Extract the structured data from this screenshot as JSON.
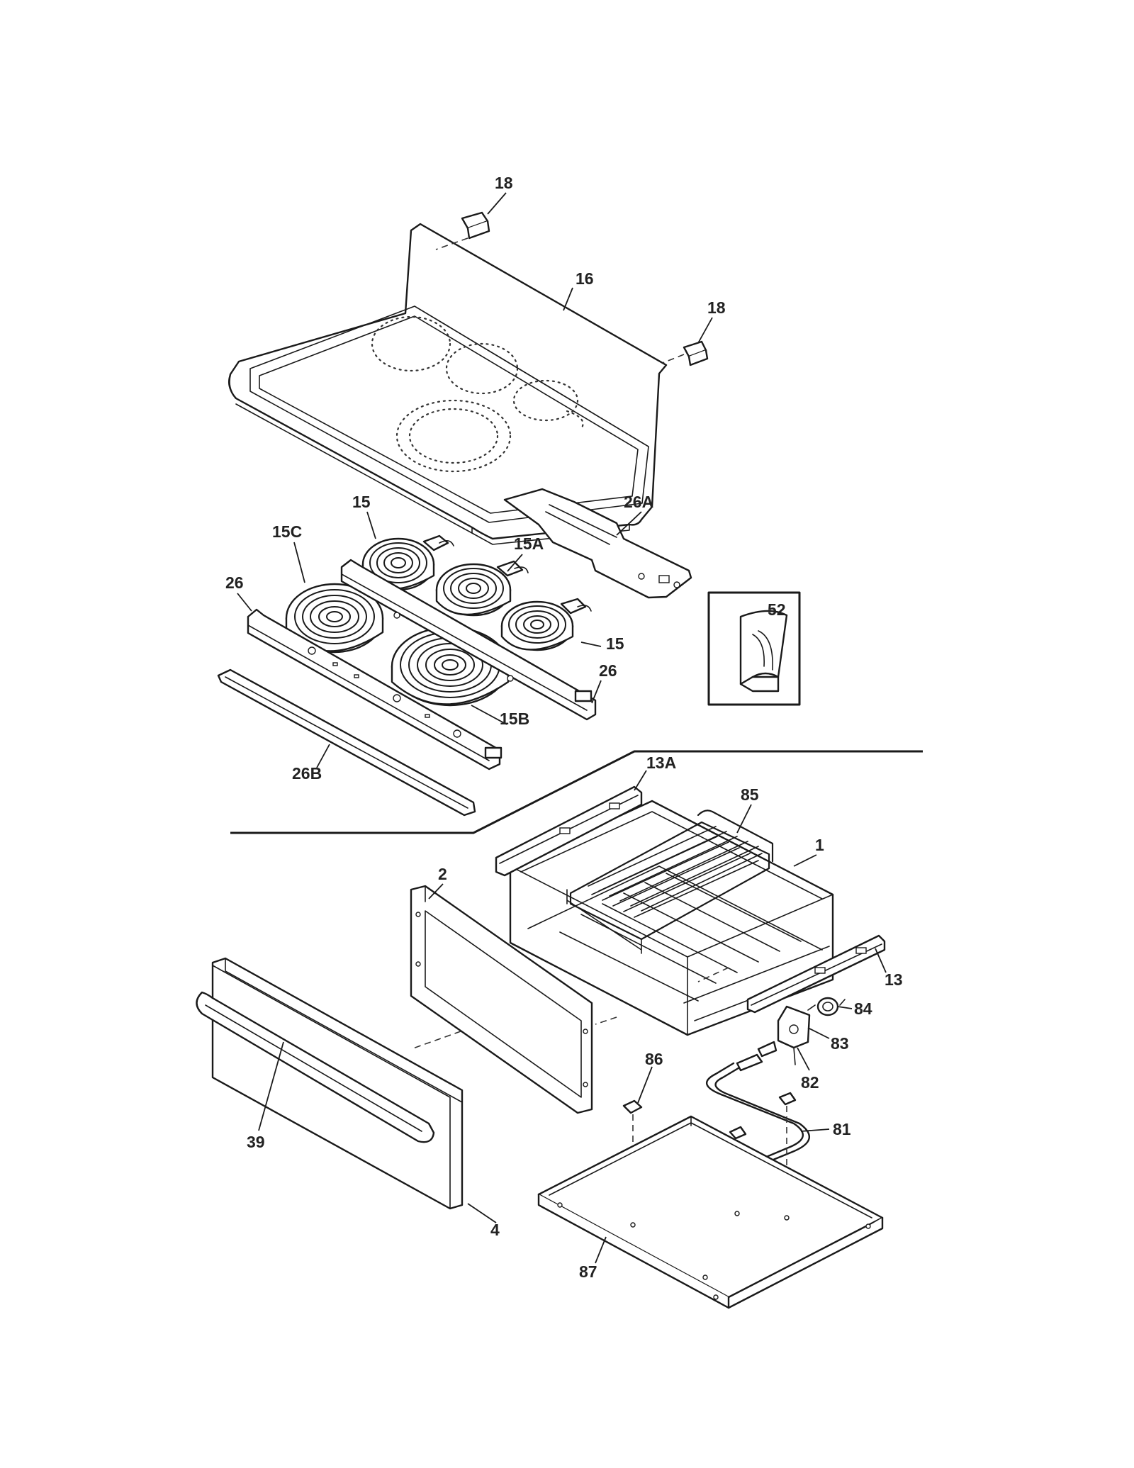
{
  "callouts": {
    "c18_top": "18",
    "c16": "16",
    "c18_right": "18",
    "c15_top": "15",
    "c26A": "26A",
    "c15C": "15C",
    "c15A": "15A",
    "c26_left": "26",
    "c52": "52",
    "c15_right": "15",
    "c26_right": "26",
    "c15B": "15B",
    "c26B": "26B",
    "c13A": "13A",
    "c85": "85",
    "c1": "1",
    "c2": "2",
    "c13": "13",
    "c84": "84",
    "c83": "83",
    "c82": "82",
    "c86": "86",
    "c81": "81",
    "c39": "39",
    "c4": "4",
    "c87": "87"
  }
}
